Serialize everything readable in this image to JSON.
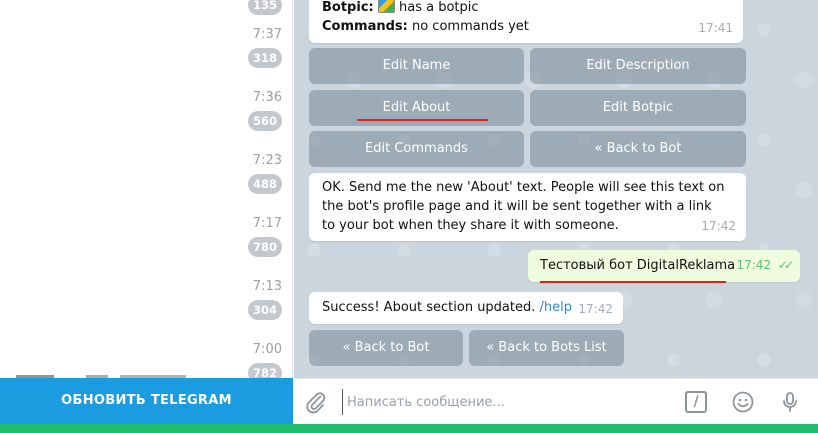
{
  "sidebar": {
    "rows": [
      {
        "time": "7:37",
        "badge": "318"
      },
      {
        "time": "7:36",
        "badge": "560"
      },
      {
        "time": "7:23",
        "badge": "488"
      },
      {
        "time": "7:17",
        "badge": "780"
      },
      {
        "time": "7:13",
        "badge": "304"
      },
      {
        "time": "7:00",
        "badge": "782"
      }
    ],
    "top_badge": "135",
    "update_button": "ОБНОВИТЬ TELEGRAM"
  },
  "messages": {
    "botinfo": {
      "botpic_label": "Botpic:",
      "botpic_value": "has a botpic",
      "commands_label": "Commands:",
      "commands_value": "no commands yet",
      "time": "17:41"
    },
    "keyboard1": {
      "edit_name": "Edit Name",
      "edit_description": "Edit Description",
      "edit_about": "Edit About",
      "edit_botpic": "Edit Botpic",
      "edit_commands": "Edit Commands",
      "back_to_bot": "« Back to Bot"
    },
    "prompt": {
      "text": "OK. Send me the new 'About' text. People will see this text on the bot's profile page and it will be sent together with a link to your bot when they share it with someone.",
      "time": "17:42"
    },
    "outgoing": {
      "text": "Тестовый бот DigitalReklama",
      "time": "17:42",
      "status": "✓✓"
    },
    "success": {
      "text": "Success! About section updated.",
      "link": "/help",
      "time": "17:42"
    },
    "keyboard2": {
      "back_to_bot": "« Back to Bot",
      "back_to_bots_list": "« Back to Bots List"
    }
  },
  "composer": {
    "placeholder": "Написать сообщение...",
    "attach_icon": "paperclip-icon",
    "commands_icon": "slash-icon",
    "emoji_icon": "smile-icon",
    "mic_icon": "microphone-icon"
  },
  "colors": {
    "accent": "#1b9ce0",
    "keyboard_button": "#7a8a98",
    "outgoing_bubble": "#effdde",
    "underline": "#e02020"
  }
}
